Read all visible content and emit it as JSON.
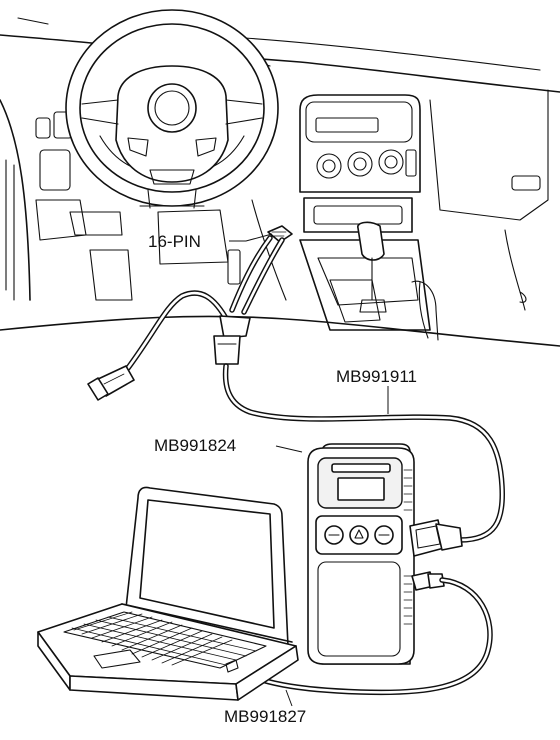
{
  "labels": {
    "pin": "16-PIN",
    "cable_1911": "MB991911",
    "device_1824": "MB991824",
    "cable_1827": "MB991827"
  }
}
